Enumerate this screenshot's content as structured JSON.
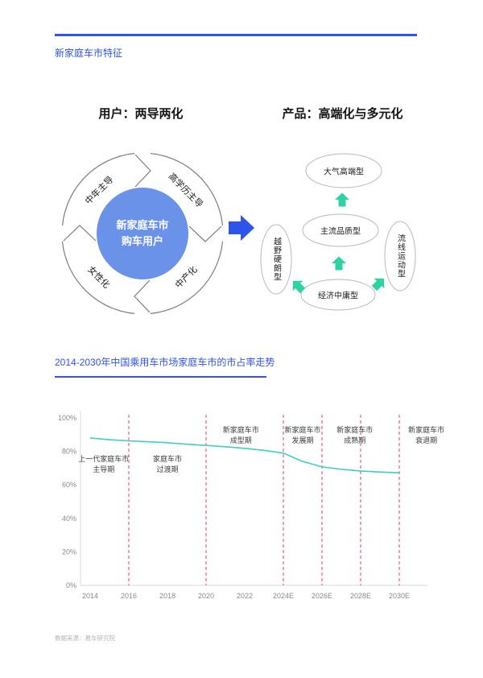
{
  "page": {
    "section_title": "新家庭车市特征",
    "footer": "数据来源：易车研究院",
    "accent_color": "#2f54eb"
  },
  "user_diagram": {
    "title": "用户：两导两化",
    "center_line1": "新家庭车市",
    "center_line2": "购车用户",
    "center_color": "#6b92e9",
    "quadrants": [
      {
        "label": "中年主导",
        "position": "top-left"
      },
      {
        "label": "高学历主导",
        "position": "top-right"
      },
      {
        "label": "女性化",
        "position": "bottom-left"
      },
      {
        "label": "中产化",
        "position": "bottom-right"
      }
    ]
  },
  "product_diagram": {
    "title": "产品：高端化与多元化",
    "arrow_color": "#2ed3a4",
    "nodes": {
      "top": "大气高端型",
      "middle": "主流品质型",
      "bottom": "经济中庸型",
      "left": "越野硬朗型",
      "right": "流线运动型"
    }
  },
  "chart_section": {
    "title": "2014-2030年中国乘用车市场家庭车市的市占率走势"
  },
  "chart_data": {
    "type": "line",
    "title": "2014-2030年中国乘用车市场家庭车市的市占率走势",
    "x": [
      2014,
      2015,
      2016,
      2017,
      2018,
      2019,
      2020,
      2021,
      2022,
      2023,
      2024,
      2025,
      2026,
      2027,
      2028,
      2029,
      2030
    ],
    "values": [
      88,
      87,
      86.3,
      85.8,
      85.2,
      84.3,
      83.6,
      82.8,
      81.8,
      80.6,
      79,
      74,
      70.8,
      69.3,
      68.3,
      67.7,
      67.2
    ],
    "x_tick_labels": [
      "2014",
      "2016",
      "2018",
      "2020",
      "2022",
      "2024E",
      "2026E",
      "2028E",
      "2030E"
    ],
    "y_tick_labels": [
      "100%",
      "80%",
      "60%",
      "40%",
      "20%",
      "0%"
    ],
    "ylim": [
      0,
      100
    ],
    "grid": false,
    "line_color": "#3ecfc0",
    "dividers": {
      "years": [
        2016,
        2020,
        2024,
        2026,
        2028,
        2030
      ],
      "color": "#e5404d",
      "style": "dashed"
    },
    "periods": [
      {
        "line1": "上一代家庭车市",
        "line2": "主导期",
        "center_year": 2014.7,
        "row": "low"
      },
      {
        "line1": "家庭车市",
        "line2": "过渡期",
        "center_year": 2018,
        "row": "low"
      },
      {
        "line1": "新家庭车市",
        "line2": "成型期",
        "center_year": 2021.8,
        "row": "high"
      },
      {
        "line1": "新家庭车市",
        "line2": "发展期",
        "center_year": 2025,
        "row": "high"
      },
      {
        "line1": "新家庭车市",
        "line2": "成熟期",
        "center_year": 2027.7,
        "row": "high"
      },
      {
        "line1": "新家庭车市",
        "line2": "衰退期",
        "center_year": 2031.4,
        "row": "high"
      }
    ]
  }
}
